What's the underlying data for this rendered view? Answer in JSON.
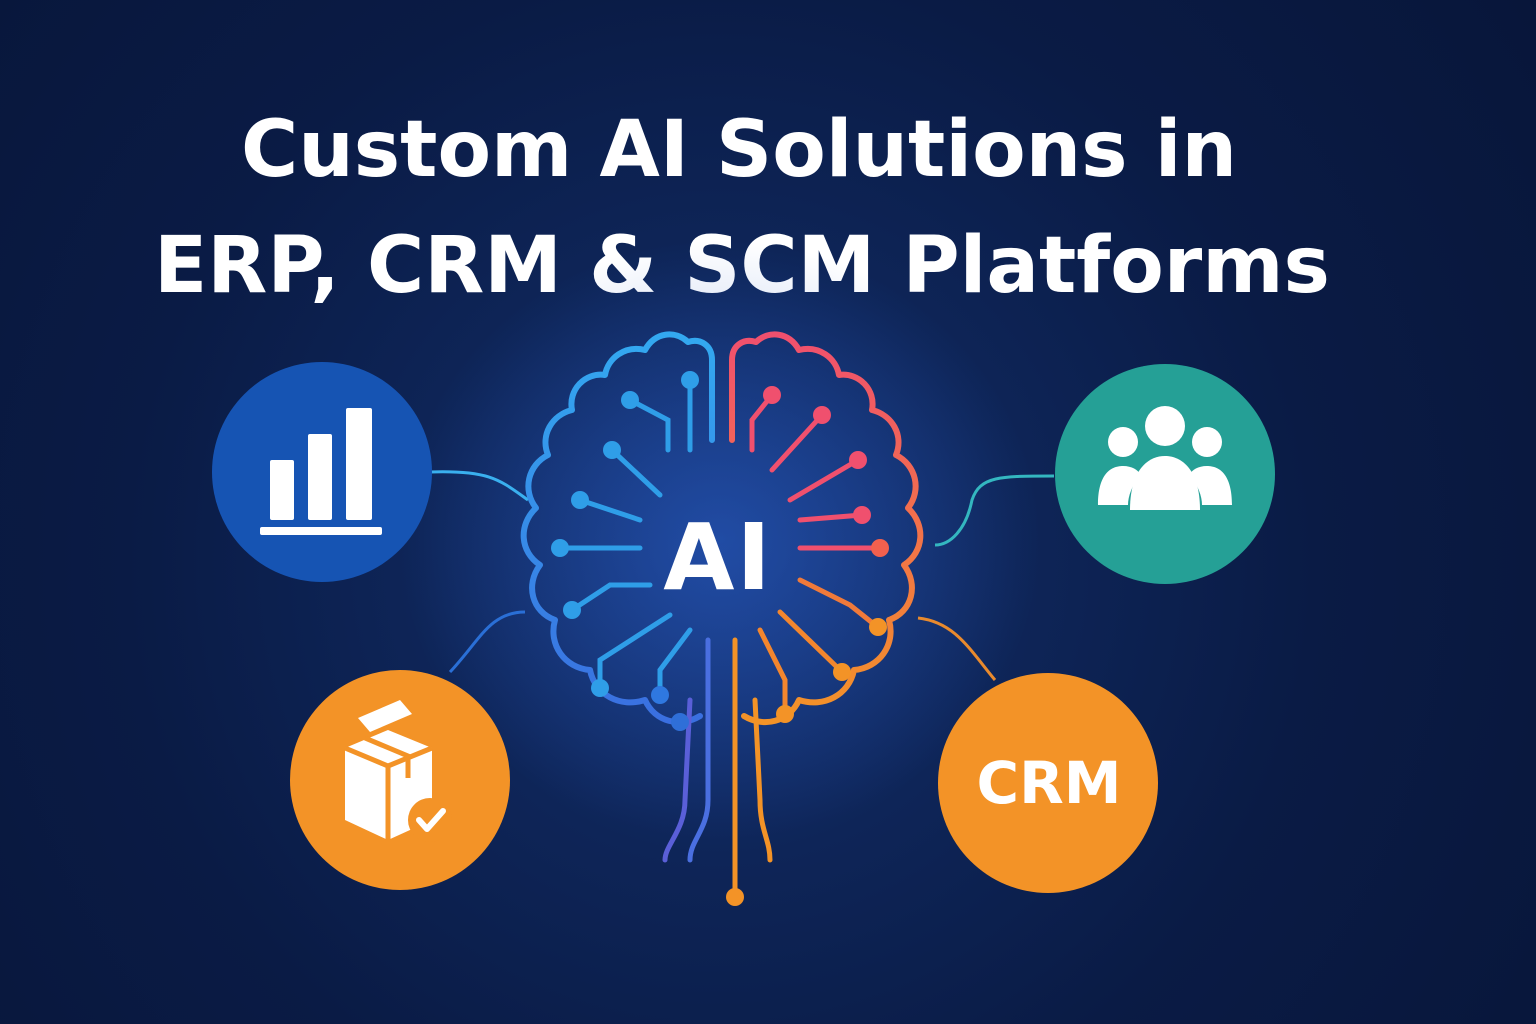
{
  "title": {
    "line1": "Custom AI Solutions in",
    "line2": "ERP, CRM & SCM Platforms"
  },
  "center": {
    "label": "AI",
    "icon": "brain-circuit-icon"
  },
  "nodes": [
    {
      "icon": "bar-chart-icon",
      "color": "#1654b3"
    },
    {
      "icon": "users-group-icon",
      "color": "#25a096"
    },
    {
      "icon": "package-check-icon",
      "color": "#f39327"
    },
    {
      "label": "CRM",
      "color": "#f39327"
    }
  ],
  "colors": {
    "background": "#0b1b45",
    "accent_blue": "#2f9ee8",
    "accent_pink": "#f0506e",
    "accent_orange": "#f39327"
  }
}
